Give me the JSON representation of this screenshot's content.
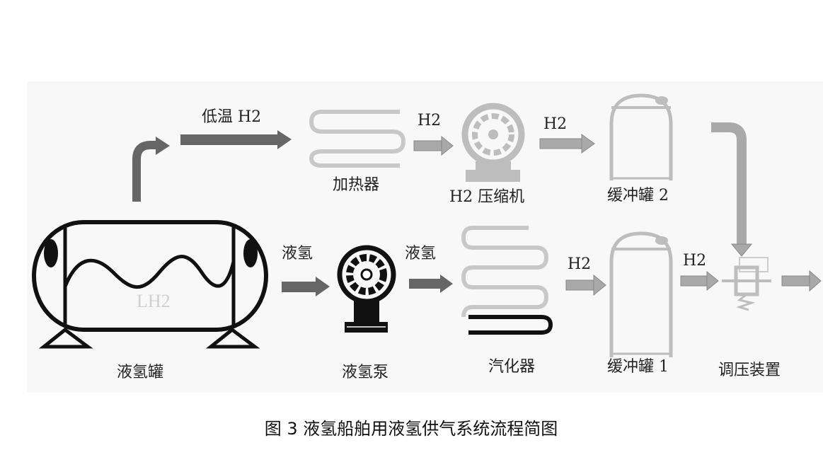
{
  "labels": {
    "low_temp_h2": "低温 H2",
    "heater": "加热器",
    "h2_a": "H2",
    "compressor": "H2 压缩机",
    "h2_b": "H2",
    "buffer_tank_2": "缓冲罐 2",
    "lh2_a": "液氢",
    "lh2_tank": "液氢罐",
    "lh2_pump": "液氢泵",
    "lh2_b": "液氢",
    "vaporizer": "汽化器",
    "h2_c": "H2",
    "buffer_tank_1": "缓冲罐 1",
    "h2_d": "H2",
    "regulator": "调压装置",
    "tank_content": "LH2"
  },
  "caption": "图 3  液氢船舶用液氢供气系统流程简图",
  "colors": {
    "dark_arrow": "#666666",
    "light_arrow": "#a9a9a9",
    "light_equipment": "#bdbdbd",
    "panel": "#f8f8f8"
  }
}
